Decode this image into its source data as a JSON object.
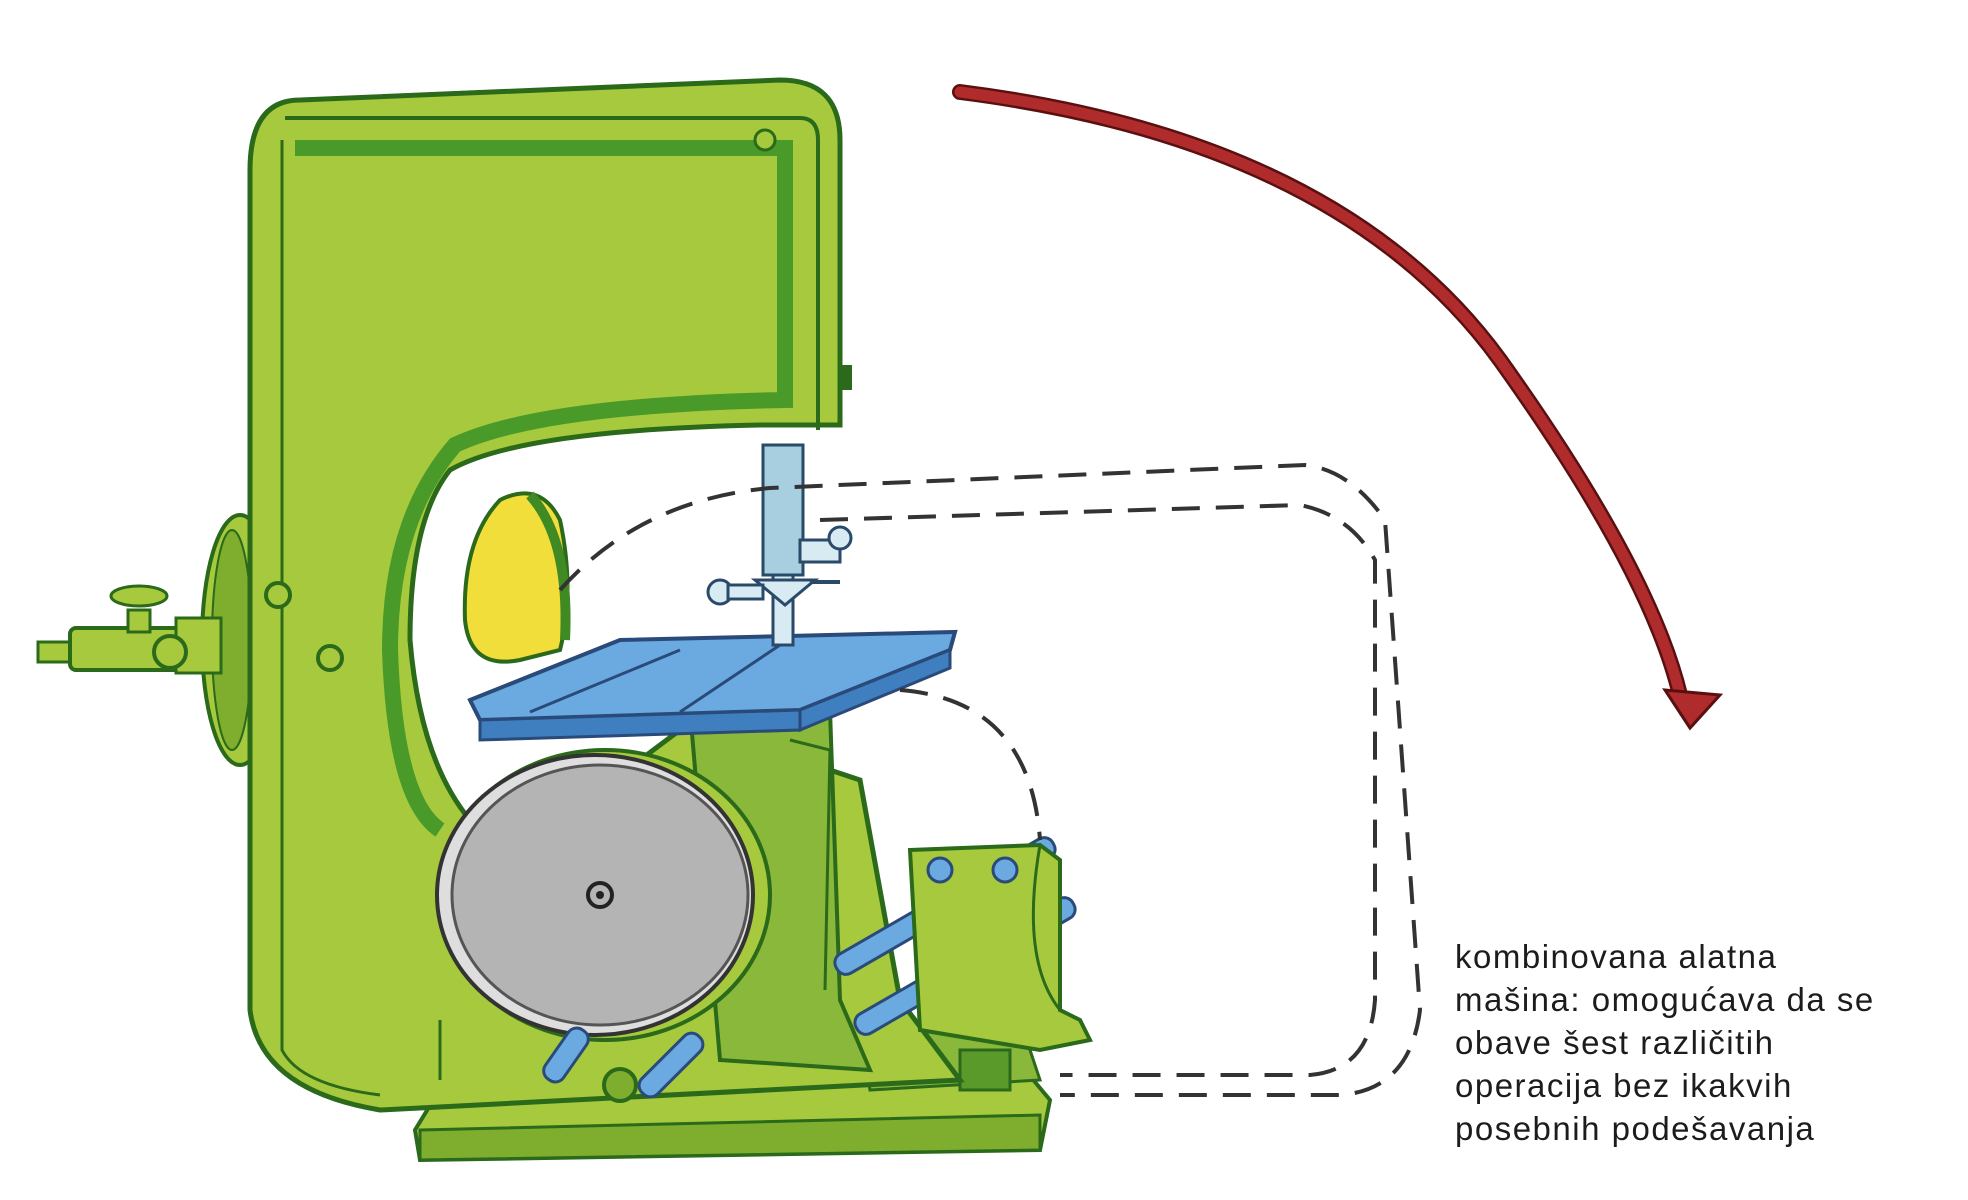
{
  "caption": {
    "lines": [
      "kombinovana  alatna",
      "mašina: omogućava da se",
      "obave  šest  različitih",
      "operacija  bez  ikakvih",
      "posebnih  podešavanja"
    ]
  },
  "colors": {
    "machine_body": "#a6c93d",
    "machine_outline": "#2a6a1a",
    "machine_channel": "#4a9a2a",
    "machine_dark": "#3f8a22",
    "table": "#6aaae0",
    "table_side": "#3f7fc0",
    "upper_wheel": "#f2de3a",
    "lower_wheel": "#b4b4b4",
    "lower_wheel_rim": "#dedede",
    "arrow": "#b02b2b",
    "dashed_line": "#333333",
    "caption_text": "#1c1c1c"
  },
  "icons": {
    "motion_arrow": "curved-arrow-icon"
  }
}
